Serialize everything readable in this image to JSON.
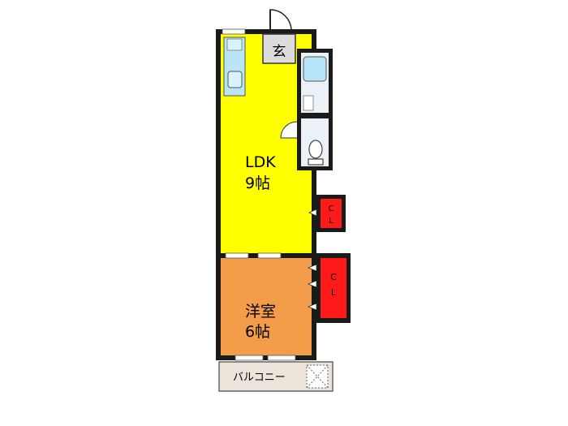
{
  "rooms": {
    "ldk": {
      "name": "LDK",
      "size": "9帖",
      "color": "#ffff00"
    },
    "western": {
      "name": "洋室",
      "size": "6帖",
      "color": "#f39c4a"
    },
    "entrance": {
      "name": "玄"
    },
    "closet_upper": {
      "line1": "C",
      "line2": "L",
      "color": "#ff1a1a"
    },
    "closet_lower": {
      "line1": "C",
      "line2": "L",
      "color": "#ff1a1a"
    },
    "balcony": {
      "name": "バルコニー",
      "color": "#ece4da"
    }
  },
  "colors": {
    "wall": "#1a1a1a",
    "fixture": "#b8e6f8",
    "wet_area": "#eaf2f8",
    "entrance_floor": "#dcdcdc"
  }
}
